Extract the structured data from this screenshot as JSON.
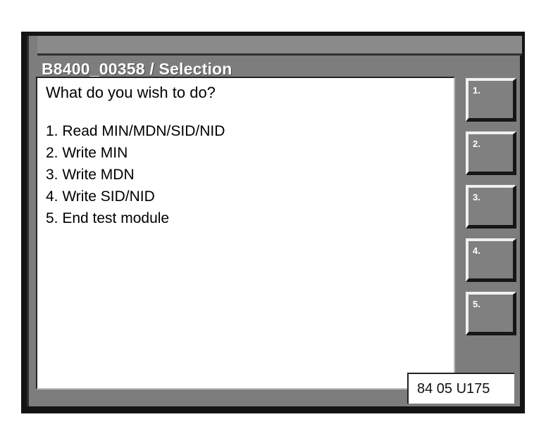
{
  "window": {
    "title": "B8400_00358 / Selection"
  },
  "content": {
    "question": "What do you wish to do?",
    "options": [
      "1. Read MIN/MDN/SID/NID",
      "2. Write MIN",
      "3. Write MDN",
      "4. Write SID/NID",
      "5. End test module"
    ]
  },
  "buttons": [
    "1.",
    "2.",
    "3.",
    "4.",
    "5."
  ],
  "footer": {
    "code": "84 05 U175"
  },
  "colors": {
    "panel": "#7d7d7d",
    "frame": "#141414",
    "button": "#808080"
  }
}
